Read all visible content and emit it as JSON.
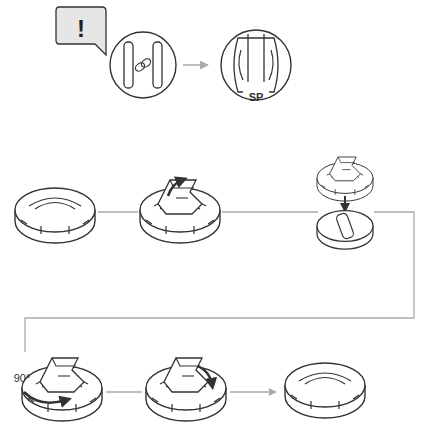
{
  "diagram": {
    "nodes": [
      {
        "text": [
          "!"
        ]
      }
    ],
    "labels": [
      "SP",
      "90°"
    ]
  }
}
